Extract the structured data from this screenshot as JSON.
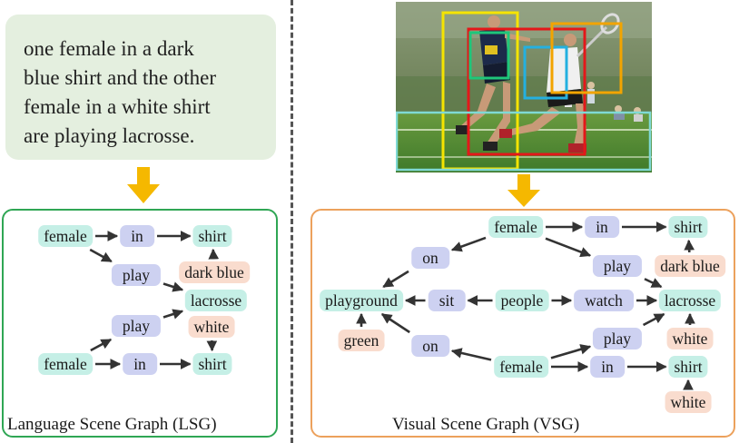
{
  "caption": {
    "lines": [
      "one female in a dark",
      "blue shirt and the other",
      "female in a white shirt",
      "are playing lacrosse."
    ]
  },
  "lsg": {
    "title": "Language Scene Graph (LSG)",
    "nodes": [
      {
        "id": "l_female1",
        "label": "female",
        "kind": "object"
      },
      {
        "id": "l_in1",
        "label": "in",
        "kind": "relation"
      },
      {
        "id": "l_shirt1",
        "label": "shirt",
        "kind": "object"
      },
      {
        "id": "l_darkblue",
        "label": "dark blue",
        "kind": "attribute"
      },
      {
        "id": "l_play1",
        "label": "play",
        "kind": "relation"
      },
      {
        "id": "l_lacrosse",
        "label": "lacrosse",
        "kind": "object"
      },
      {
        "id": "l_play2",
        "label": "play",
        "kind": "relation"
      },
      {
        "id": "l_white",
        "label": "white",
        "kind": "attribute"
      },
      {
        "id": "l_female2",
        "label": "female",
        "kind": "object"
      },
      {
        "id": "l_in2",
        "label": "in",
        "kind": "relation"
      },
      {
        "id": "l_shirt2",
        "label": "shirt",
        "kind": "object"
      }
    ],
    "edges": [
      [
        "l_female1",
        "l_in1"
      ],
      [
        "l_in1",
        "l_shirt1"
      ],
      [
        "l_darkblue",
        "l_shirt1"
      ],
      [
        "l_female1",
        "l_play1"
      ],
      [
        "l_play1",
        "l_lacrosse"
      ],
      [
        "l_female2",
        "l_play2"
      ],
      [
        "l_play2",
        "l_lacrosse"
      ],
      [
        "l_female2",
        "l_in2"
      ],
      [
        "l_in2",
        "l_shirt2"
      ],
      [
        "l_white",
        "l_shirt2"
      ]
    ]
  },
  "vsg": {
    "title": "Visual Scene Graph (VSG)",
    "nodes": [
      {
        "id": "v_female1",
        "label": "female",
        "kind": "object"
      },
      {
        "id": "v_in1",
        "label": "in",
        "kind": "relation"
      },
      {
        "id": "v_shirt1",
        "label": "shirt",
        "kind": "object"
      },
      {
        "id": "v_on1",
        "label": "on",
        "kind": "relation"
      },
      {
        "id": "v_play1",
        "label": "play",
        "kind": "relation"
      },
      {
        "id": "v_darkblue",
        "label": "dark blue",
        "kind": "attribute"
      },
      {
        "id": "v_playground",
        "label": "playground",
        "kind": "object"
      },
      {
        "id": "v_sit",
        "label": "sit",
        "kind": "relation"
      },
      {
        "id": "v_people",
        "label": "people",
        "kind": "object"
      },
      {
        "id": "v_watch",
        "label": "watch",
        "kind": "relation"
      },
      {
        "id": "v_lacrosse",
        "label": "lacrosse",
        "kind": "object"
      },
      {
        "id": "v_green",
        "label": "green",
        "kind": "attribute"
      },
      {
        "id": "v_on2",
        "label": "on",
        "kind": "relation"
      },
      {
        "id": "v_play2",
        "label": "play",
        "kind": "relation"
      },
      {
        "id": "v_white1",
        "label": "white",
        "kind": "attribute"
      },
      {
        "id": "v_female2",
        "label": "female",
        "kind": "object"
      },
      {
        "id": "v_in2",
        "label": "in",
        "kind": "relation"
      },
      {
        "id": "v_shirt2",
        "label": "shirt",
        "kind": "object"
      },
      {
        "id": "v_white2",
        "label": "white",
        "kind": "attribute"
      }
    ],
    "edges": [
      [
        "v_female1",
        "v_in1"
      ],
      [
        "v_in1",
        "v_shirt1"
      ],
      [
        "v_darkblue",
        "v_shirt1"
      ],
      [
        "v_female1",
        "v_on1"
      ],
      [
        "v_on1",
        "v_playground"
      ],
      [
        "v_female1",
        "v_play1"
      ],
      [
        "v_play1",
        "v_lacrosse"
      ],
      [
        "v_people",
        "v_sit"
      ],
      [
        "v_sit",
        "v_playground"
      ],
      [
        "v_people",
        "v_watch"
      ],
      [
        "v_watch",
        "v_lacrosse"
      ],
      [
        "v_green",
        "v_playground"
      ],
      [
        "v_female2",
        "v_on2"
      ],
      [
        "v_on2",
        "v_playground"
      ],
      [
        "v_female2",
        "v_play2"
      ],
      [
        "v_play2",
        "v_lacrosse"
      ],
      [
        "v_white1",
        "v_lacrosse"
      ],
      [
        "v_female2",
        "v_in2"
      ],
      [
        "v_in2",
        "v_shirt2"
      ],
      [
        "v_white2",
        "v_shirt2"
      ]
    ]
  },
  "colors": {
    "object": "#c5efe6",
    "relation": "#cdd1f1",
    "attribute": "#f9dcce",
    "lsg_border": "#2fa654",
    "vsg_border": "#eca15c",
    "arrow": "#f5b800",
    "caption_bg": "#e4efdf"
  }
}
